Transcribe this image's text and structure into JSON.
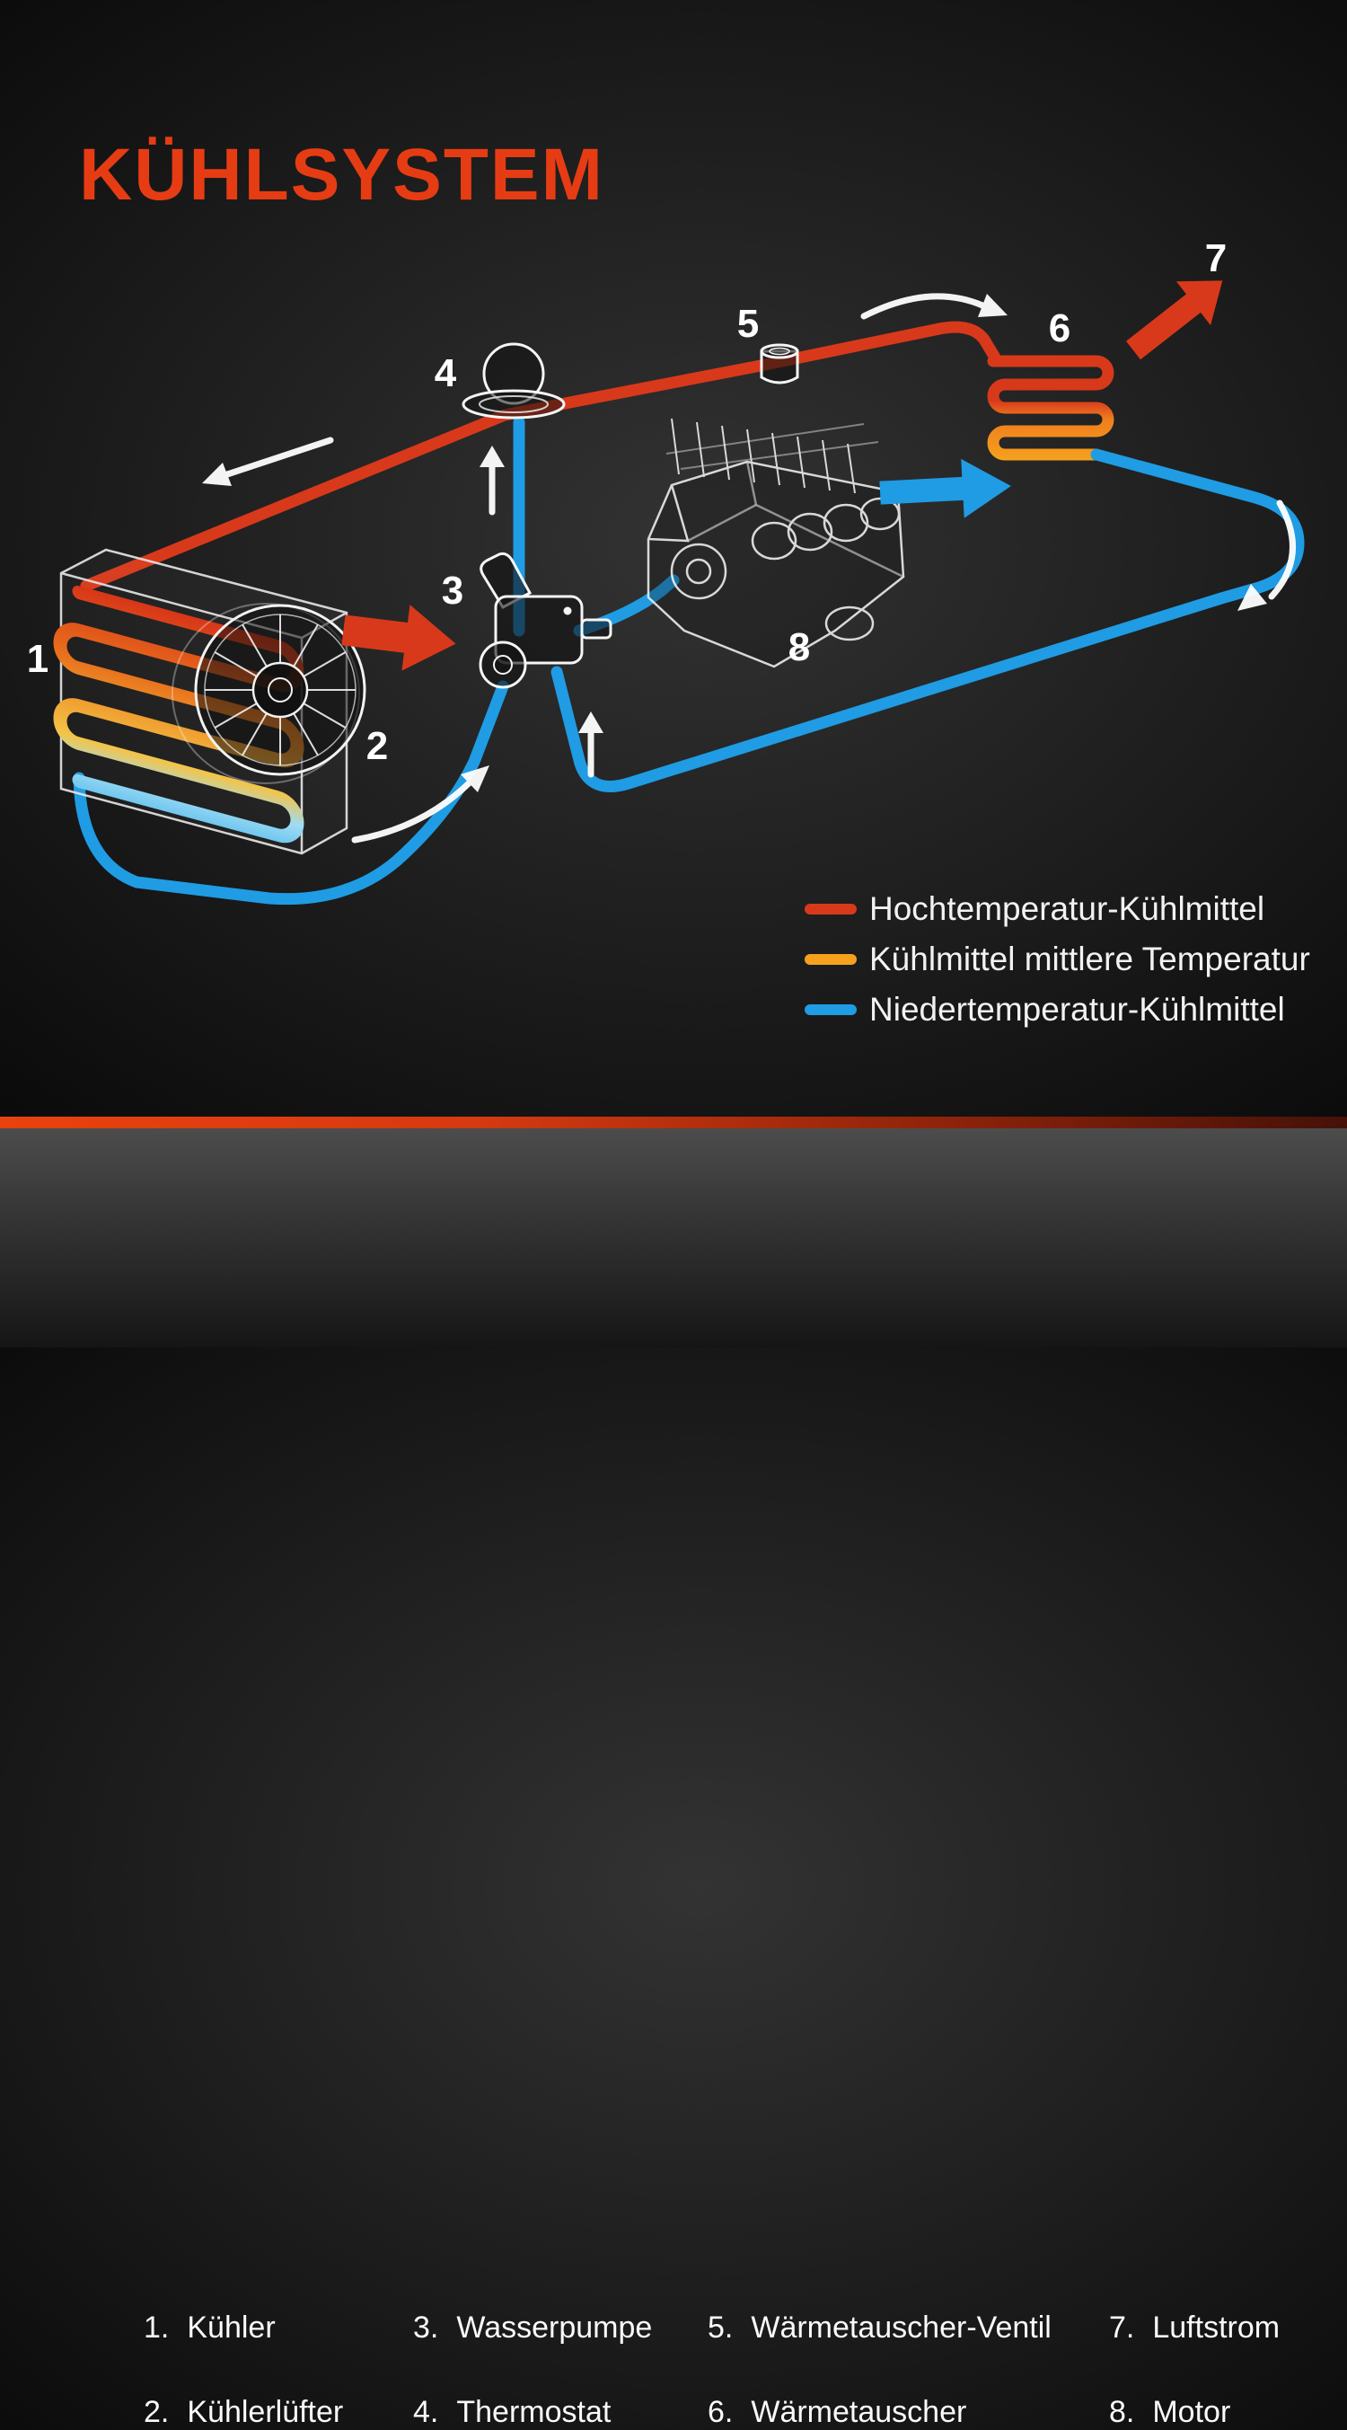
{
  "title": "KÜHLSYSTEM",
  "colors": {
    "title_accent": "#e63c14",
    "high_temp_red": "#d8391b",
    "mid_temp_orange": "#f5a11e",
    "low_temp_blue": "#1f9ce3"
  },
  "legend": {
    "items": [
      {
        "label": "Hochtemperatur-Kühlmittel",
        "color": "#d8391b"
      },
      {
        "label": "Kühlmittel mittlere Temperatur",
        "color": "#f5a11e"
      },
      {
        "label": "Niedertemperatur-Kühlmittel",
        "color": "#1f9ce3"
      }
    ]
  },
  "diagram": {
    "markers": [
      {
        "label": "1"
      },
      {
        "label": "2"
      },
      {
        "label": "3"
      },
      {
        "label": "4"
      },
      {
        "label": "5"
      },
      {
        "label": "6"
      },
      {
        "label": "7"
      },
      {
        "label": "8"
      }
    ]
  },
  "parts": [
    {
      "num": "1.",
      "label": "Kühler"
    },
    {
      "num": "2.",
      "label": "Kühlerlüfter"
    },
    {
      "num": "3.",
      "label": "Wasserpumpe"
    },
    {
      "num": "4.",
      "label": "Thermostat"
    },
    {
      "num": "5.",
      "label": "Wärmetauscher-Ventil"
    },
    {
      "num": "6.",
      "label": "Wärmetauscher"
    },
    {
      "num": "7.",
      "label": "Luftstrom"
    },
    {
      "num": "8.",
      "label": "Motor"
    }
  ]
}
